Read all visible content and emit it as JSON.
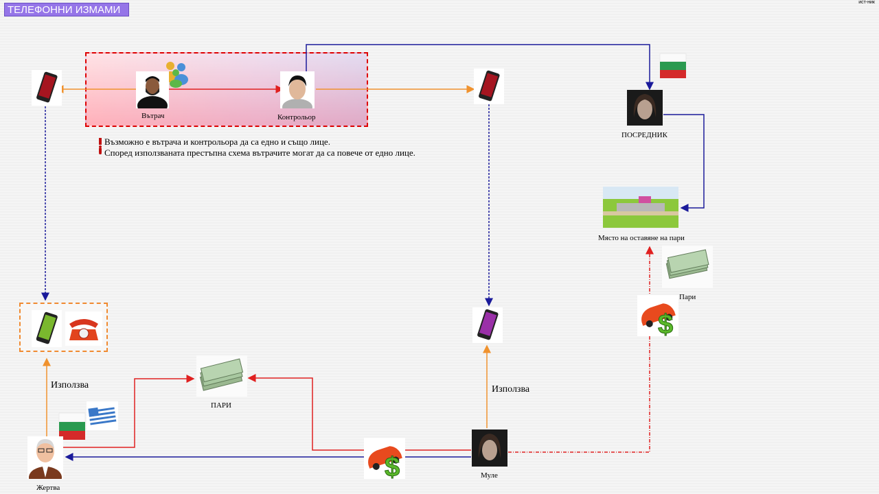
{
  "header": {
    "title": "ТЕЛЕФОННИ ИЗМАМИ",
    "corner_text": "ист-ник"
  },
  "nodes": {
    "vartach": "Вътрач",
    "kontrolyor": "Контрольор",
    "posrednik": "ПОСРЕДНИК",
    "drop_place": "Място на оставяне на пари",
    "pari_small": "Пари",
    "pari_center": "ПАРИ",
    "mule": "Муле",
    "victim": "Жертва"
  },
  "notes": [
    "Възможно е вътрача и контрольора да са едно и също лице.",
    "Според използваната престъпна схема вътрачите могат да са повече от едно лице."
  ],
  "edges": {
    "victim_uses": "Използва",
    "mule_uses": "Използва"
  },
  "icons": [
    "phone-red-icon",
    "people-group-icon",
    "man-bearded-icon",
    "man-asian-icon",
    "phone-red-icon",
    "flag-bulgaria-icon",
    "man-hooded-icon",
    "field-photo-icon",
    "money-bills-icon",
    "car-dollar-icon",
    "phone-green-icon",
    "rotary-phone-icon",
    "phone-purple-icon",
    "money-bills-icon",
    "flag-bulgaria-icon",
    "flag-greece-icon",
    "old-man-icon",
    "car-dollar-icon",
    "man-hooded-icon"
  ],
  "colors": {
    "orange": "#f0922e",
    "red": "#e02020",
    "navy": "#1a1a9a",
    "title_bg": "#9575e8"
  }
}
